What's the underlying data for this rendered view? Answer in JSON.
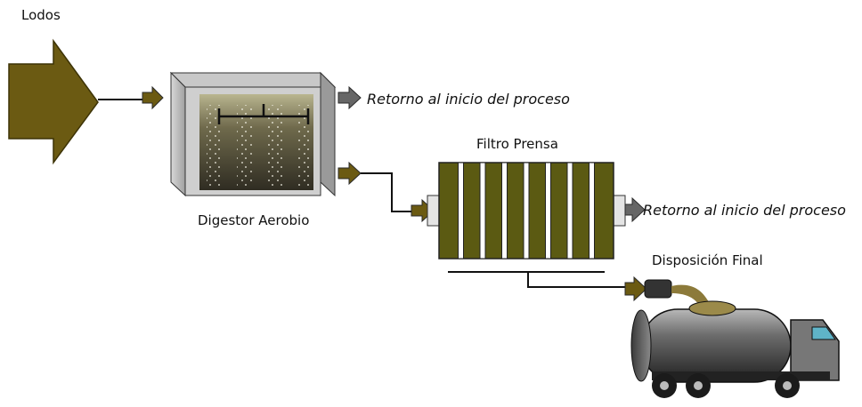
{
  "labels": {
    "input": "Lodos",
    "digester": "Digestor Aerobio",
    "return_digester": "Retorno al inicio del proceso",
    "filter": "Filtro Prensa",
    "return_filter": "Retorno al inicio del proceso",
    "disposal": "Disposición Final"
  },
  "colors": {
    "olive": "#6b5a12",
    "olive_dark": "#3d3306",
    "filter_green": "#5b5a12",
    "tank_gray": "#555555",
    "sludge": "#3a3527",
    "arrow_gray": "#666666"
  }
}
